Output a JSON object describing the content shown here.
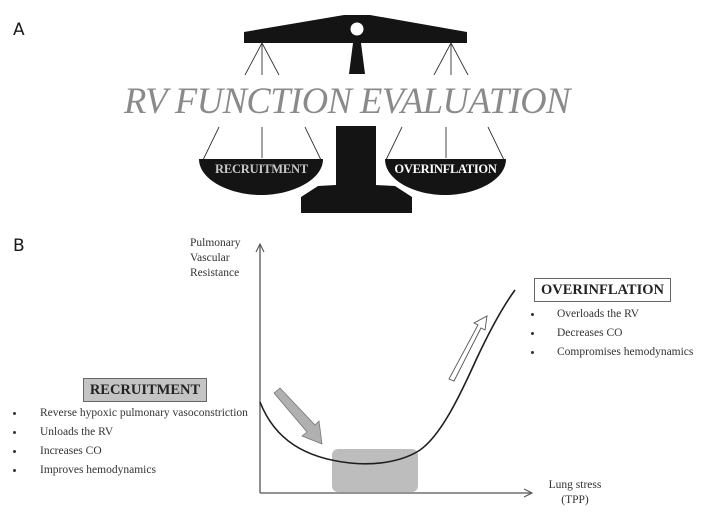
{
  "panel_a": {
    "label": "A",
    "title": "RV FUNCTION EVALUATION",
    "left_pan_label": "RECRUITMENT",
    "right_pan_label": "OVERINFLATION",
    "colors": {
      "scale": "#141414",
      "title": "#8a8a8a",
      "left_pan_text": "#c8c8c8",
      "right_pan_text": "#ffffff"
    }
  },
  "panel_b": {
    "label": "B",
    "y_axis_label": [
      "Pulmonary",
      "Vascular",
      "Resistance"
    ],
    "x_axis_label": [
      "Lung stress",
      "(TPP)"
    ],
    "recruitment": {
      "title": "RECRUITMENT",
      "items": [
        "Reverse hypoxic pulmonary vasoconstriction",
        "Unloads the RV",
        "Increases CO",
        "Improves hemodynamics"
      ]
    },
    "overinflation": {
      "title": "OVERINFLATION",
      "items": [
        "Overloads the RV",
        "Decreases CO",
        "Compromises hemodynamics"
      ]
    },
    "colors": {
      "optimal_zone": "#bdbdbd",
      "down_arrow": "#b0b0b0",
      "recruitment_box": "#c4c4c4",
      "curve": "#1e1e1e"
    }
  }
}
